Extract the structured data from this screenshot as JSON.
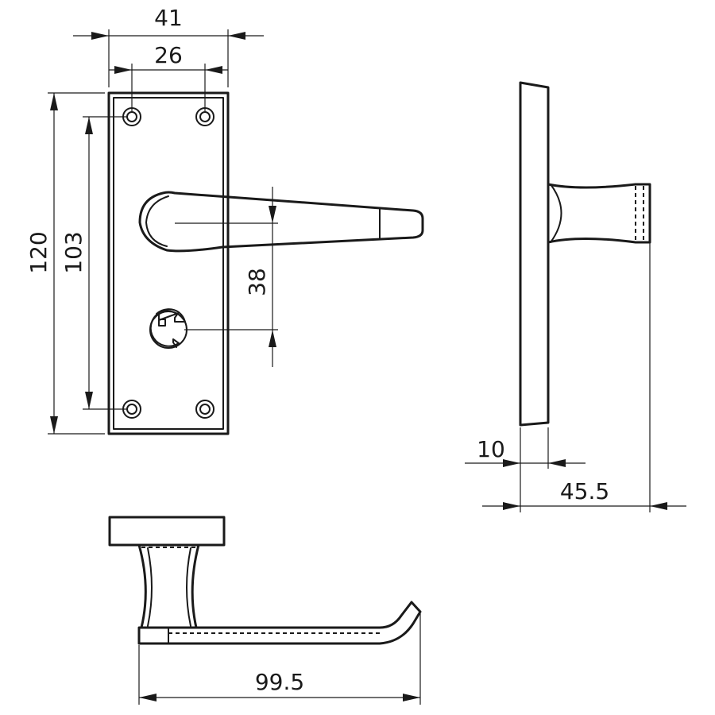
{
  "dimensions": {
    "plate_width": "41",
    "hole_spacing_horizontal": "26",
    "plate_height": "120",
    "hole_spacing_vertical": "103",
    "lever_to_turn_centres": "38",
    "plate_thickness": "10",
    "projection": "45.5",
    "lever_length": "99.5"
  },
  "colors": {
    "line": "#1a1a1a",
    "background": "#ffffff"
  }
}
